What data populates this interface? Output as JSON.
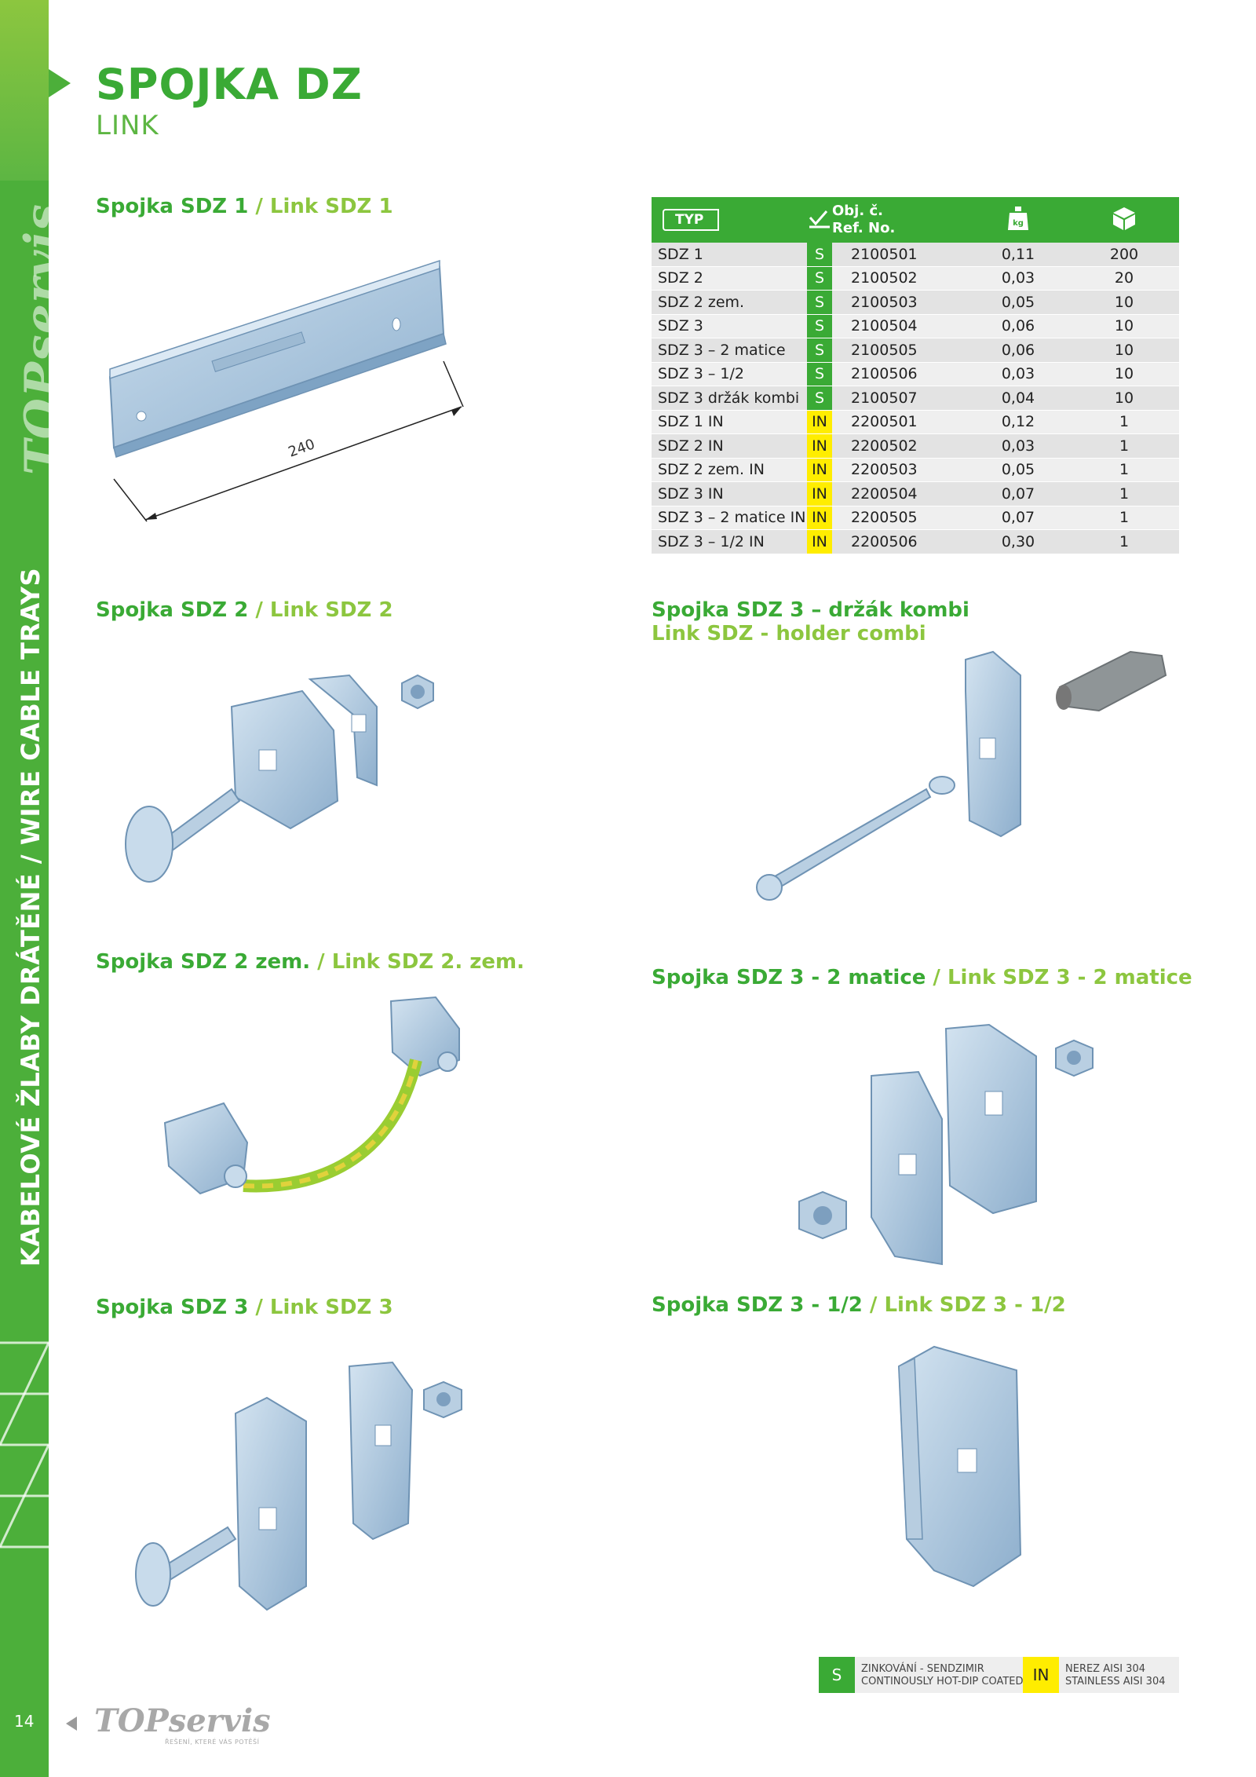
{
  "page": {
    "title": "SPOJKA DZ",
    "subtitle": "LINK",
    "side_text": "KABELOVÉ ŽLABY DRÁTĚNÉ / WIRE CABLE TRAYS",
    "side_logo": "TOPservis",
    "page_number": "14",
    "footer_logo": "TOPservis",
    "footer_slogan": "ŘEŠENÍ, KTERÉ VÁS POTĚŠÍ"
  },
  "sections": {
    "sdz1": {
      "cz": "Spojka SDZ 1",
      "en": " / Link SDZ 1",
      "dimension": "240"
    },
    "sdz2": {
      "cz": "Spojka SDZ 2",
      "en": " / Link SDZ 2"
    },
    "sdz2zem": {
      "cz": "Spojka SDZ 2 zem.",
      "en": " / Link SDZ 2. zem."
    },
    "sdz3": {
      "cz": "Spojka SDZ 3",
      "en": " / Link SDZ 3"
    },
    "sdz3kombi": {
      "cz": "Spojka SDZ 3 – držák kombi",
      "en": "Link SDZ - holder combi"
    },
    "sdz32m": {
      "cz": "Spojka SDZ 3 - 2 matice",
      "en": " / Link SDZ 3 - 2 matice"
    },
    "sdz312": {
      "cz": "Spojka SDZ 3 - 1/2",
      "en": " / Link SDZ 3 - 1/2"
    }
  },
  "table": {
    "headers": {
      "typ": "TYP",
      "ref_cz": "Obj. č.",
      "ref_en": "Ref. No.",
      "kg_icon": "weight-kg-icon",
      "kg": "kg",
      "box_icon": "package-box-icon"
    },
    "rows": [
      {
        "name": "SDZ 1",
        "finish": "S",
        "ref": "2100501",
        "kg": "0,11",
        "pcs": "200"
      },
      {
        "name": "SDZ 2",
        "finish": "S",
        "ref": "2100502",
        "kg": "0,03",
        "pcs": "20"
      },
      {
        "name": "SDZ 2  zem.",
        "finish": "S",
        "ref": "2100503",
        "kg": "0,05",
        "pcs": "10"
      },
      {
        "name": "SDZ 3",
        "finish": "S",
        "ref": "2100504",
        "kg": "0,06",
        "pcs": "10"
      },
      {
        "name": "SDZ 3 – 2 matice",
        "finish": "S",
        "ref": "2100505",
        "kg": "0,06",
        "pcs": "10"
      },
      {
        "name": "SDZ 3 – 1/2",
        "finish": "S",
        "ref": "2100506",
        "kg": "0,03",
        "pcs": "10"
      },
      {
        "name": "SDZ 3 držák kombi",
        "finish": "S",
        "ref": "2100507",
        "kg": "0,04",
        "pcs": "10"
      },
      {
        "name": "SDZ 1 IN",
        "finish": "IN",
        "ref": "2200501",
        "kg": "0,12",
        "pcs": "1"
      },
      {
        "name": "SDZ 2 IN",
        "finish": "IN",
        "ref": "2200502",
        "kg": "0,03",
        "pcs": "1"
      },
      {
        "name": "SDZ 2  zem. IN",
        "finish": "IN",
        "ref": "2200503",
        "kg": "0,05",
        "pcs": "1"
      },
      {
        "name": "SDZ 3 IN",
        "finish": "IN",
        "ref": "2200504",
        "kg": "0,07",
        "pcs": "1"
      },
      {
        "name": "SDZ 3 – 2 matice IN",
        "finish": "IN",
        "ref": "2200505",
        "kg": "0,07",
        "pcs": "1"
      },
      {
        "name": "SDZ 3 – 1/2 IN",
        "finish": "IN",
        "ref": "2200506",
        "kg": "0,30",
        "pcs": "1"
      }
    ]
  },
  "legend": {
    "s_code": "S",
    "s_line1": "ZINKOVÁNÍ - SENDZIMIR",
    "s_line2": "CONTINOUSLY HOT-DIP COATED",
    "in_code": "IN",
    "in_line1": "NEREZ AISI 304",
    "in_line2": "STAINLESS AISI 304"
  },
  "colors": {
    "green": "#3aaa35",
    "light_green": "#8cc63f",
    "yellow": "#ffed00",
    "metal": "#a9c4dc"
  }
}
